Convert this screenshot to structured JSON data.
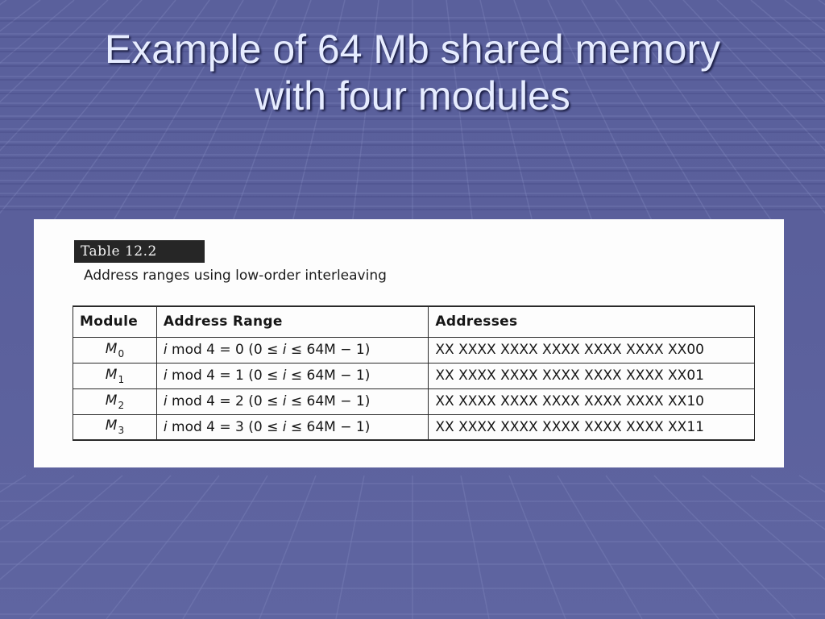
{
  "slide": {
    "title_line1": "Example of 64 Mb shared memory",
    "title_line2": "with four modules",
    "background_color": "#5a609c",
    "title_color": "#e6ecff"
  },
  "table": {
    "tag": "Table 12.2",
    "caption": "Address ranges using low-order interleaving",
    "headers": [
      "Module",
      "Address Range",
      "Addresses"
    ],
    "rows": [
      {
        "module_letter": "M",
        "module_sub": "0",
        "range_prefix": "i",
        "range_mid": " mod 4 = 0 (0 ≤ ",
        "range_var": "i",
        "range_end": " ≤ 64M − 1)",
        "addresses": "XX XXXX XXXX XXXX XXXX XXXX XX00"
      },
      {
        "module_letter": "M",
        "module_sub": "1",
        "range_prefix": "i",
        "range_mid": " mod 4 = 1 (0 ≤ ",
        "range_var": "i",
        "range_end": " ≤ 64M − 1)",
        "addresses": "XX XXXX XXXX XXXX XXXX XXXX XX01"
      },
      {
        "module_letter": "M",
        "module_sub": "2",
        "range_prefix": "i",
        "range_mid": " mod 4 = 2 (0 ≤ ",
        "range_var": "i",
        "range_end": " ≤ 64M − 1)",
        "addresses": "XX XXXX XXXX XXXX XXXX XXXX XX10"
      },
      {
        "module_letter": "M",
        "module_sub": "3",
        "range_prefix": "i",
        "range_mid": " mod 4 = 3 (0 ≤ ",
        "range_var": "i",
        "range_end": " ≤ 64M − 1)",
        "addresses": "XX XXXX XXXX XXXX XXXX XXXX XX11"
      }
    ]
  }
}
